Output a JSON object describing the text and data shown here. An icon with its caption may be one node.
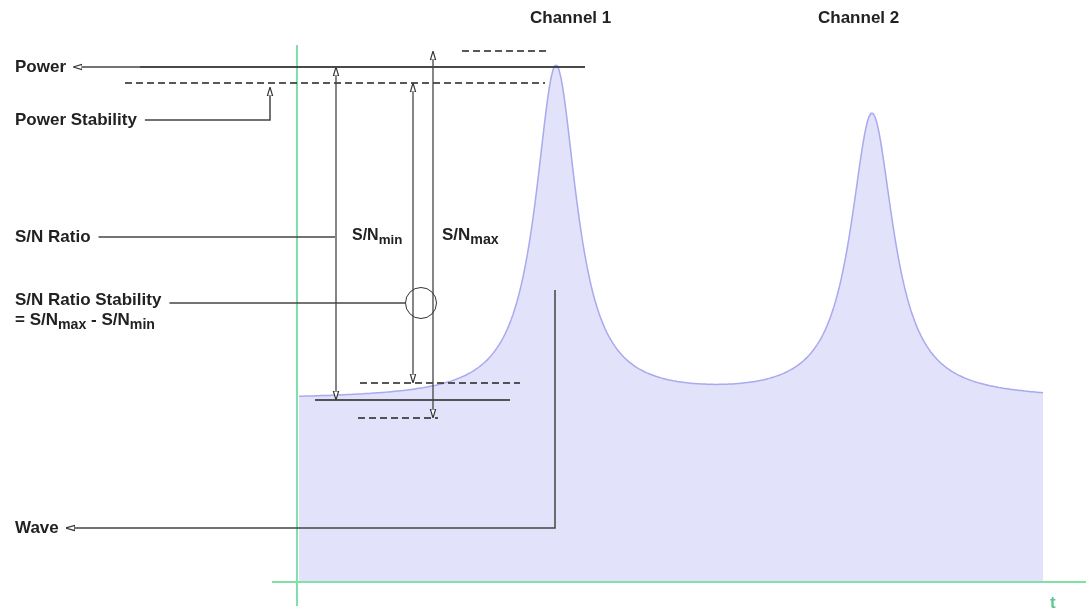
{
  "diagram": {
    "nodes": [
      {
        "text": [
          "Power"
        ]
      },
      {
        "text": [
          "Power Stability"
        ]
      },
      {
        "text": [
          "S/N Ratio"
        ]
      },
      {
        "text": [
          "S/N Ratio Stability",
          "= S/N$_{max}$ - S/N$_{min}$"
        ]
      },
      {
        "text": [],
        "shape": "circle"
      },
      {
        "text": [
          "Wave"
        ]
      }
    ],
    "edges": [
      {
        "from": null,
        "to": 0,
        "arrow": "to"
      },
      {
        "from": 1,
        "to": null,
        "arrow": "to"
      },
      {
        "from": 2,
        "to": null,
        "arrow": "none"
      },
      {
        "from": 3,
        "to": 4,
        "arrow": "none"
      },
      {
        "from": null,
        "to": 5,
        "arrow": "to"
      }
    ],
    "labels": [
      "Channel 1",
      "Channel 2",
      "S/N$_{min}$",
      "S/N$_{max}$",
      "t"
    ]
  }
}
